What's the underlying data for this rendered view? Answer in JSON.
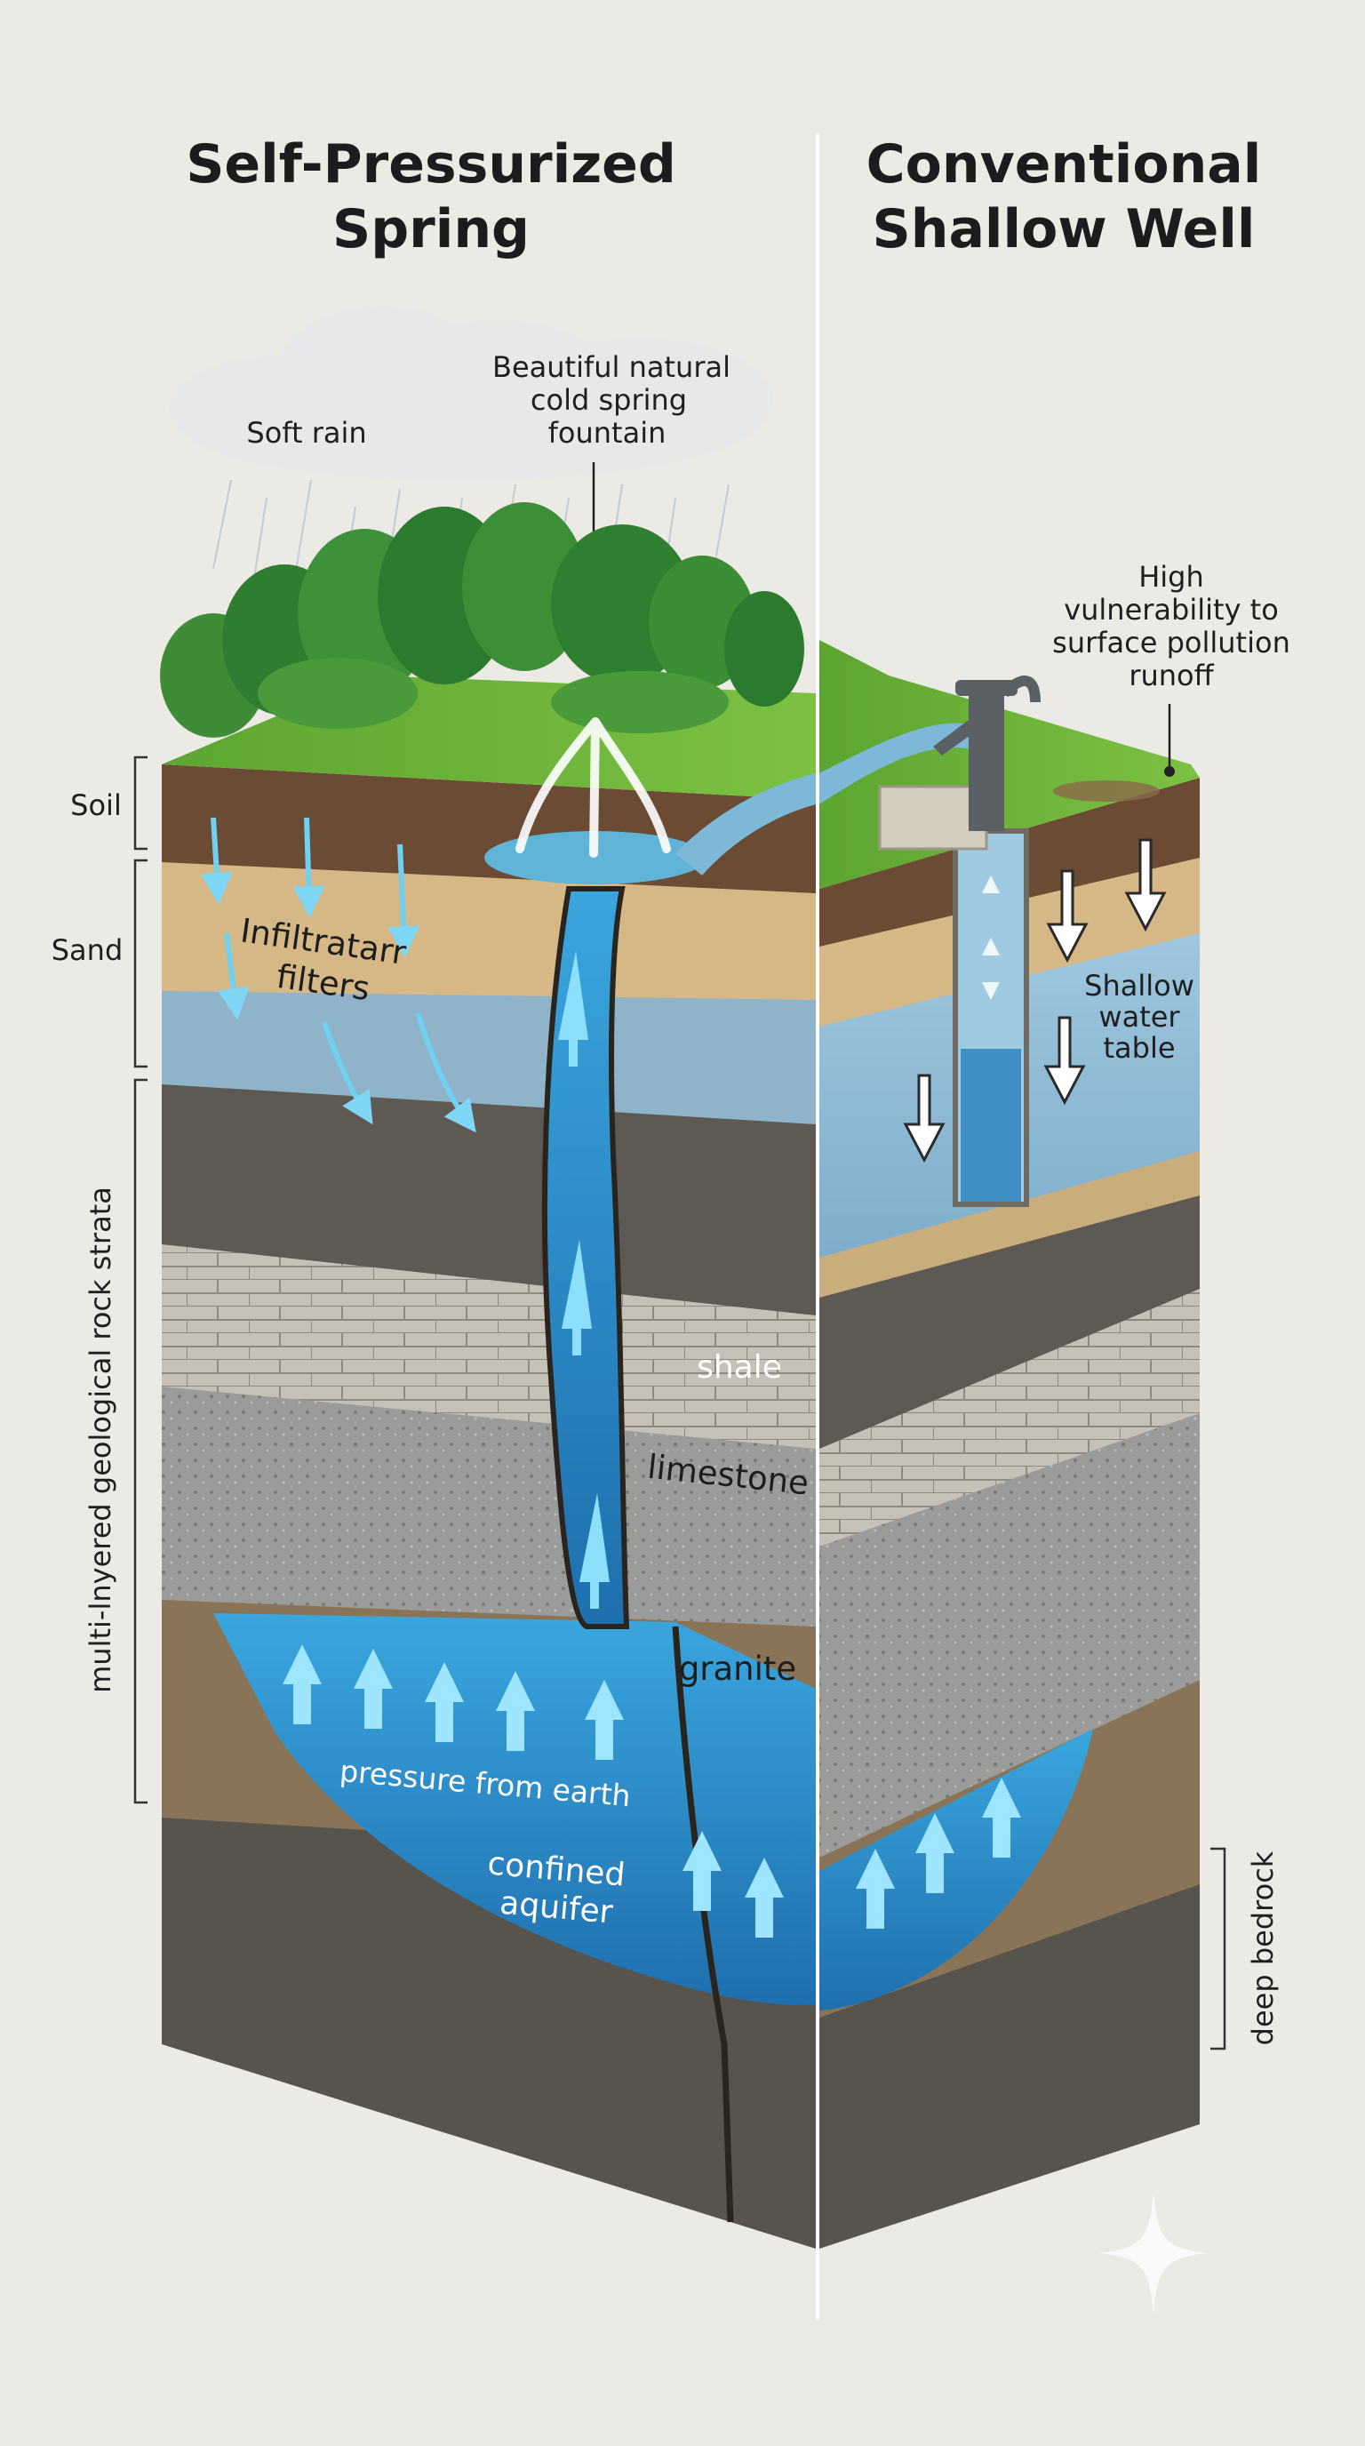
{
  "titles": {
    "left_line1": "Self-Pressurized",
    "left_line2": "Spring",
    "right_line1": "Conventional",
    "right_line2": "Shallow Well"
  },
  "labels": {
    "soft_rain": "Soft rain",
    "fountain_l1": "Beautiful natural",
    "fountain_l2": "cold spring",
    "fountain_l3": "fountain",
    "pollution_l1": "High",
    "pollution_l2": "vulnerability to",
    "pollution_l3": "surface pollution",
    "pollution_l4": "runoff",
    "soil": "Soil",
    "sand": "Sand",
    "infiltration_l1": "Infiltratarr",
    "infiltration_l2": "filters",
    "strata": "multi-lnyered geological rock strata",
    "shale": "shale",
    "limestone": "limestone",
    "granite": "granite",
    "pressure": "pressure from earth",
    "aquifer_l1": "confined",
    "aquifer_l2": "aquifer",
    "shallow_l1": "Shallow",
    "shallow_l2": "water",
    "shallow_l3": "table",
    "bedrock": "deep bedrock"
  },
  "colors": {
    "background": "#eceae5",
    "water": "#2e8fc9",
    "grass": "#6bb43a",
    "soil": "#6a4a32",
    "sand": "#d7b985",
    "shale": "#5d5a54",
    "limestone": "#c5c0b6",
    "granite": "#9a9a98",
    "bedrock": "#55524c"
  }
}
